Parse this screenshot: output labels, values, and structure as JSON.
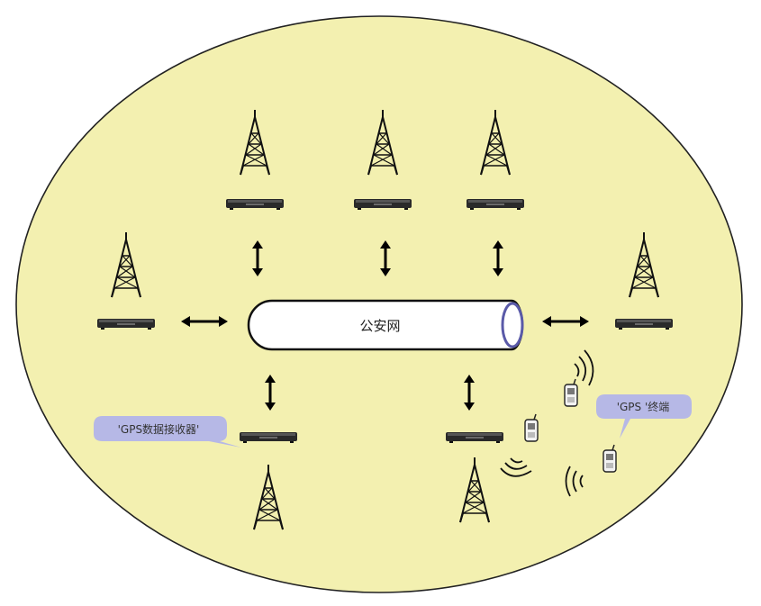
{
  "diagram": {
    "background_color": "#f3f0b0",
    "center_node": {
      "label": "公安网"
    },
    "callouts": {
      "receiver": {
        "label": "'GPS数据接收器'"
      },
      "terminal": {
        "label": "'GPS '终端"
      }
    },
    "colors": {
      "callout_fill": "#b6b8e6",
      "pipe_outline": "#111111",
      "pipe_end": "#5a5aa8",
      "device": "#2a2a2a"
    }
  }
}
